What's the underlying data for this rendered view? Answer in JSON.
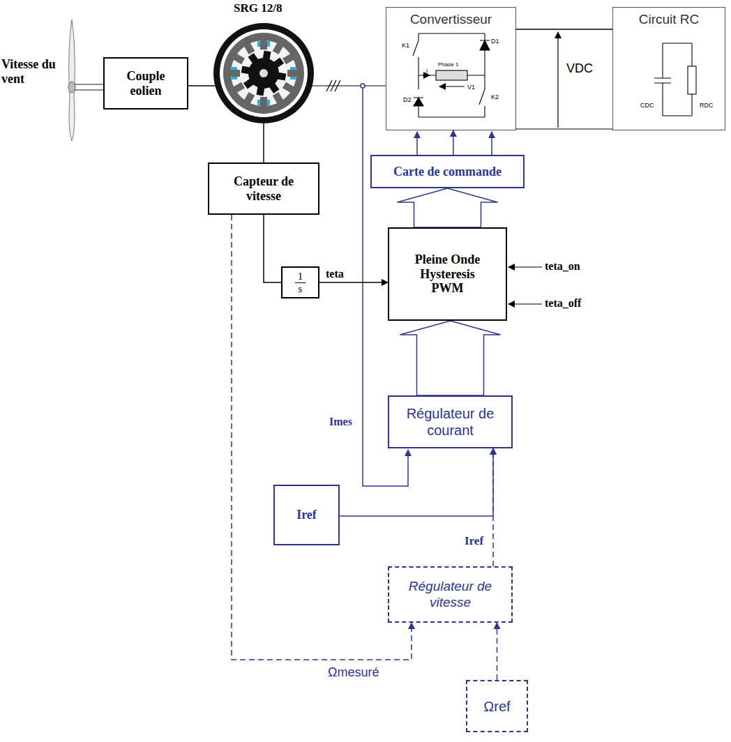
{
  "diagram": {
    "nodes": [
      {
        "text": [
          "Couple eolien"
        ]
      },
      {
        "text": [
          "Convertisseur"
        ]
      },
      {
        "text": [
          "Circuit RC"
        ]
      },
      {
        "text": [
          "Capteur de vitesse"
        ]
      },
      {
        "text": [
          "Carte de commande"
        ]
      },
      {
        "text": [
          "1",
          "s"
        ]
      },
      {
        "text": [
          "Pleine Onde Hysteresis PWM"
        ]
      },
      {
        "text": [
          "Régulateur de courant"
        ]
      },
      {
        "text": [
          "Iref"
        ]
      },
      {
        "text": [
          "Régulateur de vitesse"
        ]
      },
      {
        "text": [
          "Ωref"
        ]
      }
    ],
    "edges": [
      {
        "from": 3,
        "to": 5,
        "arrow": "none"
      },
      {
        "from": 5,
        "to": 6,
        "label": "teta",
        "arrow": "to"
      },
      {
        "from": 6,
        "to": 4,
        "arrow": "to"
      },
      {
        "from": 4,
        "to": 1,
        "arrow": "to"
      },
      {
        "from": 7,
        "to": 6,
        "arrow": "to"
      },
      {
        "from": 8,
        "to": 7,
        "arrow": "to"
      },
      {
        "from": 9,
        "to": 7,
        "label": "Iref",
        "arrow": "to"
      },
      {
        "from": 10,
        "to": 9,
        "arrow": "to"
      },
      {
        "from": 3,
        "to": 9,
        "label": "Ωmesuré",
        "arrow": "to"
      },
      {
        "from": 1,
        "to": 2,
        "arrow": "none"
      }
    ],
    "labels": [
      "Vitesse du vent",
      "SRG 12/8",
      "K1",
      "D1",
      "Phase 1",
      "i",
      "V1",
      "D2",
      "K2",
      "VDC",
      "CDC",
      "RDC",
      "teta_on",
      "teta_off",
      "Imes"
    ]
  }
}
